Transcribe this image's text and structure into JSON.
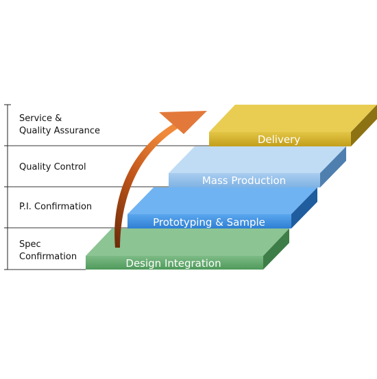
{
  "stages": [
    {
      "label": "Design Integration",
      "color": "#5fa86a"
    },
    {
      "label": "Prototyping & Sample",
      "color": "#3b8fe0"
    },
    {
      "label": "Mass Production",
      "color": "#8fbde8"
    },
    {
      "label": "Delivery",
      "color": "#d4b22c"
    }
  ],
  "side_labels": [
    {
      "line1": "Service &",
      "line2": "Quality Assurance"
    },
    {
      "line1": "Quality Control",
      "line2": ""
    },
    {
      "line1": "P.I. Confirmation",
      "line2": ""
    },
    {
      "line1": "Spec",
      "line2": "Confirmation"
    }
  ],
  "arrow_color": "#c2561a"
}
